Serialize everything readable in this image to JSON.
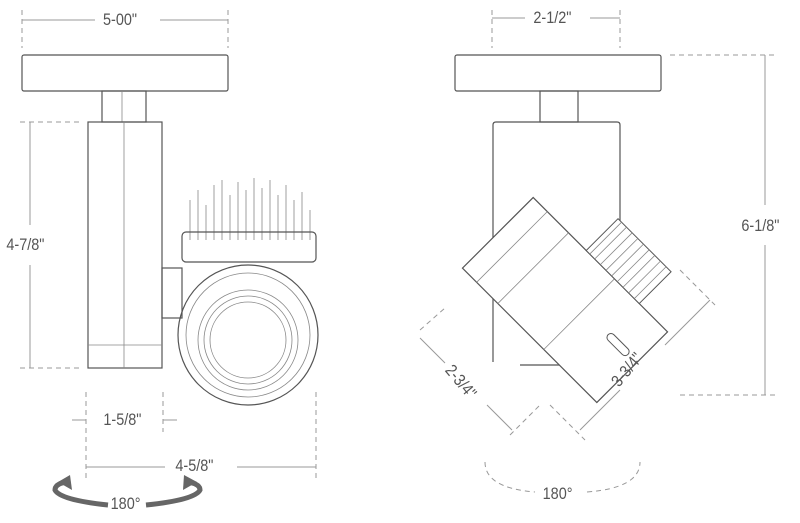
{
  "front_view": {
    "canopy_width": "5-00\"",
    "body_height": "4-7/8\"",
    "body_width": "1-5/8\"",
    "overall_width": "4-5/8\"",
    "rotation": "180°"
  },
  "side_view": {
    "canopy_width": "2-1/2\"",
    "overall_height": "6-1/8\"",
    "head_diameter": "2-3/4\"",
    "head_length": "3-3/4\"",
    "tilt": "180°"
  },
  "colors": {
    "line": "#555555",
    "dimension": "#999999",
    "arrow": "#666666"
  }
}
